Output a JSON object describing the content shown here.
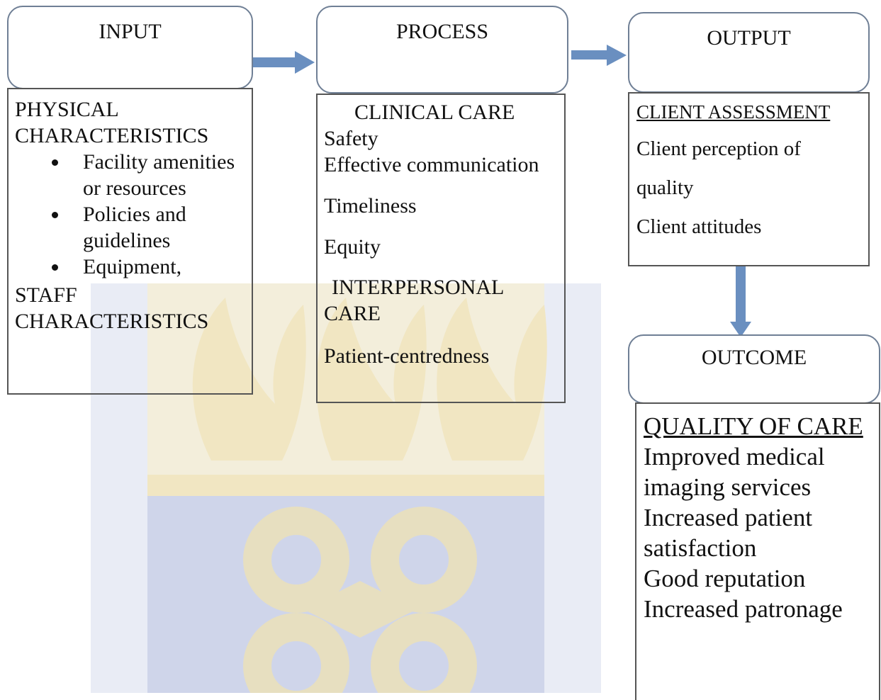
{
  "input": {
    "title": "INPUT",
    "heading1": "PHYSICAL CHARACTERISTICS",
    "bullets": [
      "Facility amenities or resources",
      "Policies and guidelines",
      "Equipment,"
    ],
    "heading2": "STAFF CHARACTERISTICS"
  },
  "process": {
    "title": "PROCESS",
    "heading1": "CLINICAL CARE",
    "item1": "Safety",
    "item2": "Effective communication",
    "item3": "Timeliness",
    "item4": "Equity",
    "heading2": "INTERPERSONAL CARE",
    "item5": "Patient-centredness"
  },
  "output": {
    "title": "OUTPUT",
    "heading": "CLIENT ASSESSMENT",
    "item1": "Client perception of",
    "item2": "quality",
    "item3": "Client attitudes"
  },
  "outcome": {
    "title": "OUTCOME",
    "heading": "QUALITY OF CARE",
    "heading_tail": "Improved medical imaging services",
    "item1": "Increased patient satisfaction",
    "item2": "Good reputation",
    "item3": "Increased patronage"
  },
  "colors": {
    "arrow": "#6a8fc0",
    "box_border": "#6f7f95",
    "watermark": "#efe6c6",
    "watermark_blue": "#c9cfe6"
  }
}
